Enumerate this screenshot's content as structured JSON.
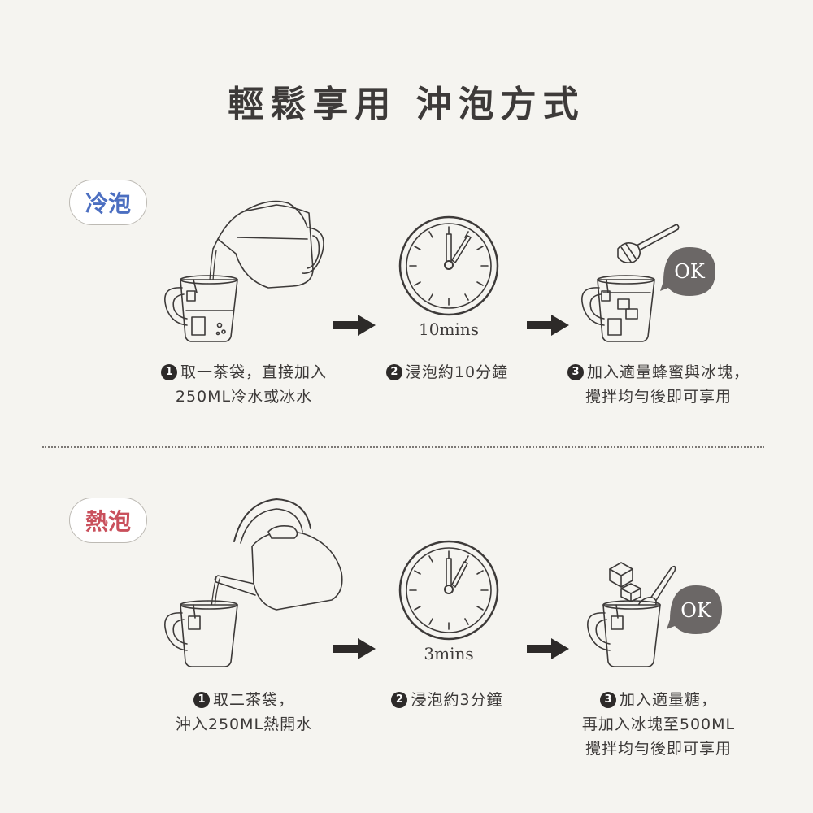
{
  "title": "輕鬆享用  沖泡方式",
  "cold": {
    "label": "冷泡",
    "timer": "10mins",
    "ok": "OK",
    "steps": [
      {
        "num": "1",
        "lines": [
          "取一茶袋，直接加入",
          "250ML冷水或冰水"
        ]
      },
      {
        "num": "2",
        "lines": [
          "浸泡約10分鐘"
        ]
      },
      {
        "num": "3",
        "lines": [
          "加入適量蜂蜜與冰塊，",
          "攪拌均勻後即可享用"
        ]
      }
    ]
  },
  "hot": {
    "label": "熱泡",
    "timer": "3mins",
    "ok": "OK",
    "steps": [
      {
        "num": "1",
        "lines": [
          "取二茶袋，",
          "沖入250ML熱開水"
        ]
      },
      {
        "num": "2",
        "lines": [
          "浸泡約3分鐘"
        ]
      },
      {
        "num": "3",
        "lines": [
          "加入適量糖，",
          "再加入冰塊至500ML",
          "攪拌均勻後即可享用"
        ]
      }
    ]
  },
  "colors": {
    "background": "#f5f4f0",
    "cold_accent": "#4c6fc1",
    "hot_accent": "#c9505c",
    "line": "#3d3a39",
    "ok_bubble": "#6b6766"
  }
}
